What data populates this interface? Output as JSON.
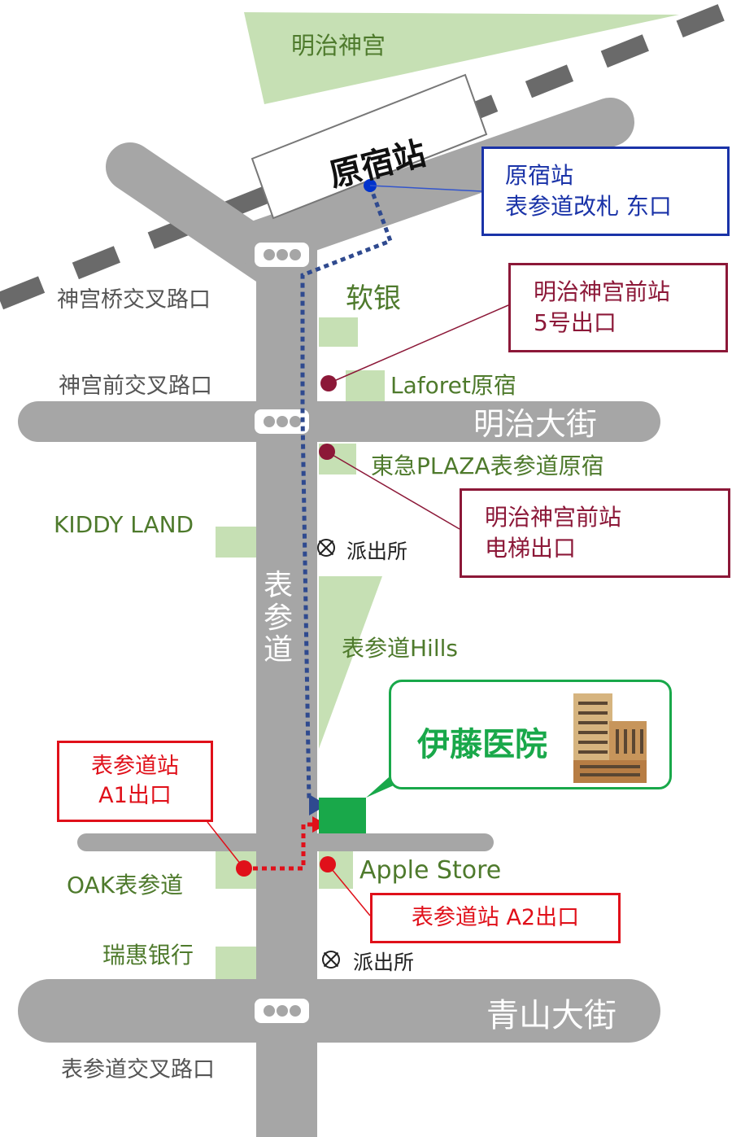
{
  "labels": {
    "meiji_jingu": "明治神宫",
    "harajuku_station": "原宿站",
    "jingu_bridge_crossing": "神宫桥交叉路口",
    "jingumae_crossing": "神宫前交叉路口",
    "omotesando_crossing": "表参道交叉路口",
    "softbank": "软银",
    "laforet": "Laforet原宿",
    "meiji_dori": "明治大街",
    "tokyu_plaza": "東急PLAZA表参道原宿",
    "kiddy_land": "KIDDY LAND",
    "police_1": "派出所",
    "police_2": "派出所",
    "omotesando_road": "表参道",
    "omotesando_hills": "表参道Hills",
    "oak_omotesando": "OAK表参道",
    "apple_store": "Apple Store",
    "ubs_bank": "瑞惠银行",
    "aoyama_dori": "青山大街"
  },
  "callouts": {
    "harajuku_gate": [
      "原宿站",
      "表参道改札 东口"
    ],
    "meijijingumae_exit5": [
      "明治神宫前站",
      "5号出口"
    ],
    "meijijingumae_elevator": [
      "明治神宫前站",
      "电梯出口"
    ],
    "omotesando_a1": [
      "表参道站",
      "A1出口"
    ],
    "omotesando_a2": "表参道站 A2出口",
    "clinic": "伊藤医院"
  },
  "colors": {
    "road": "#a6a6a6",
    "landmark": "#c6e0b4",
    "park": "#c6e0b4",
    "route_blue": "#2f4a8f",
    "route_red": "#e0101a",
    "clinic_green": "#19a84a",
    "maroon": "#8c1838"
  },
  "icons": [
    "traffic-light-icon",
    "police-box-icon",
    "building-icon"
  ]
}
